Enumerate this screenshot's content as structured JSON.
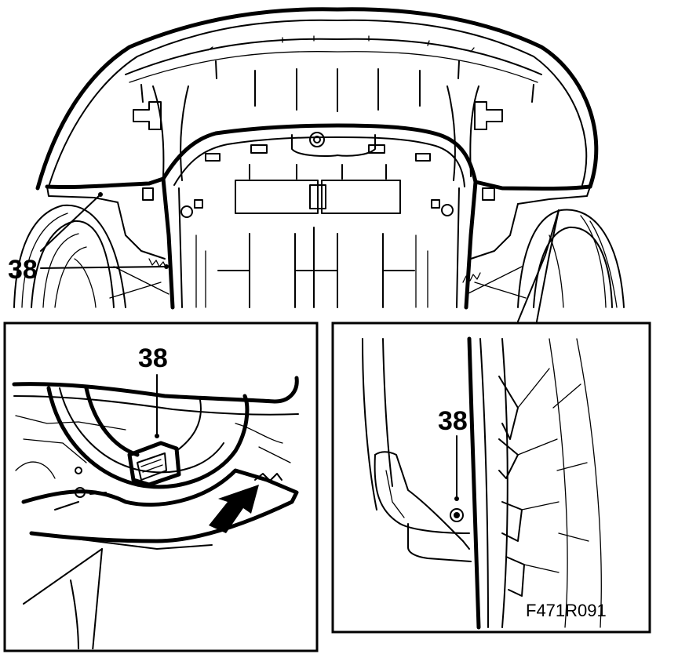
{
  "callouts": {
    "main": "38",
    "detail_left": "38",
    "detail_right": "38"
  },
  "figure_id": "F471R091",
  "colors": {
    "ink": "#000000",
    "paper": "#ffffff"
  }
}
